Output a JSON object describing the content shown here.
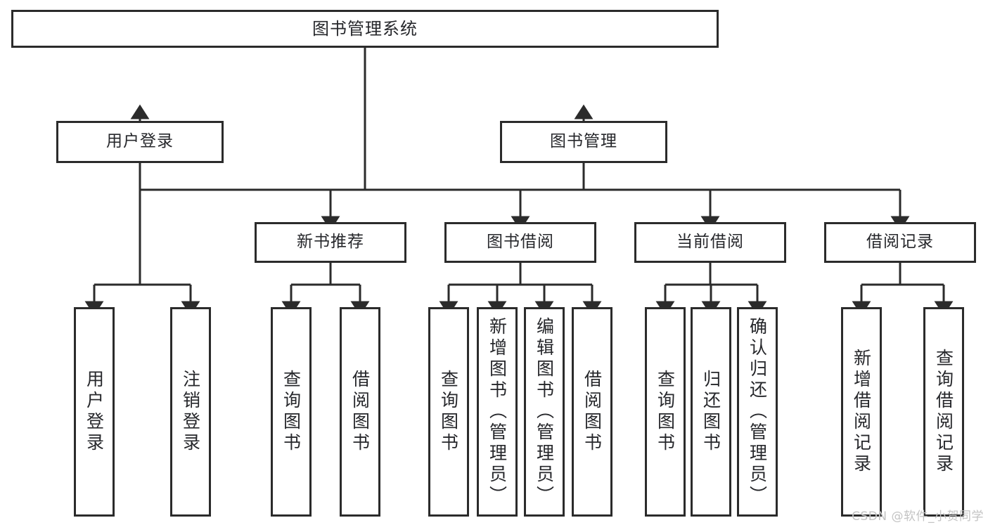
{
  "diagram": {
    "title": "图书管理系统",
    "type": "hierarchy-tree",
    "root": {
      "label": "图书管理系统"
    },
    "level2": [
      {
        "label": "用户登录"
      },
      {
        "label": "图书管理"
      }
    ],
    "level3": [
      {
        "label": "新书推荐"
      },
      {
        "label": "图书借阅"
      },
      {
        "label": "当前借阅"
      },
      {
        "label": "借阅记录"
      }
    ],
    "leaves": {
      "user_login": [
        {
          "label": "用户登录"
        },
        {
          "label": "注销登录"
        }
      ],
      "new_book_recommend": [
        {
          "label": "查询图书"
        },
        {
          "label": "借阅图书"
        }
      ],
      "book_borrow": [
        {
          "label": "查询图书"
        },
        {
          "label": "新增图书（管理员）"
        },
        {
          "label": "编辑图书（管理员）"
        },
        {
          "label": "借阅图书"
        }
      ],
      "current_borrow": [
        {
          "label": "查询图书"
        },
        {
          "label": "归还图书"
        },
        {
          "label": "确认归还（管理员）"
        }
      ],
      "borrow_record": [
        {
          "label": "新增借阅记录"
        },
        {
          "label": "查询借阅记录"
        }
      ]
    }
  },
  "watermark": {
    "text": "CSDN @软件_小贺同学"
  },
  "colors": {
    "stroke": "#2b2b2b",
    "background": "#ffffff",
    "text": "#26272b",
    "watermark": "#c3c3c3"
  }
}
